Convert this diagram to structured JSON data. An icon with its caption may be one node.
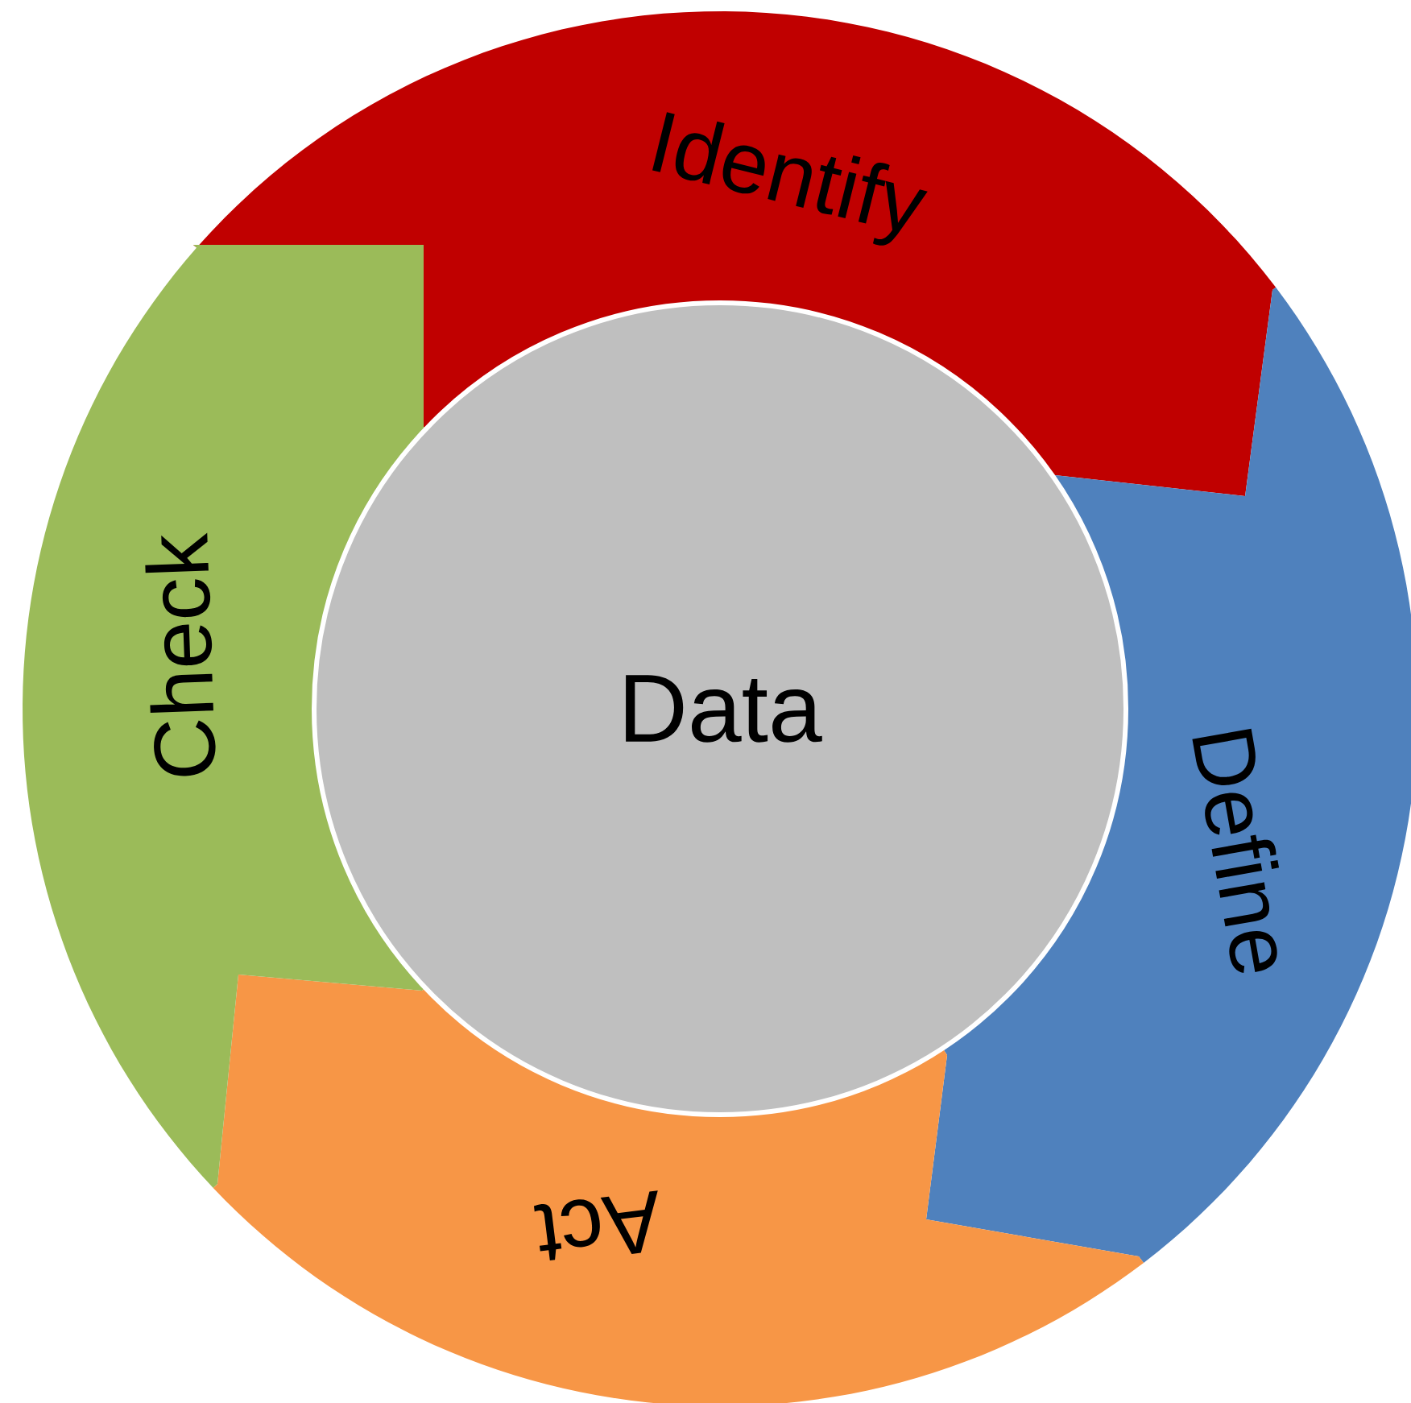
{
  "diagram": {
    "nodes": [
      {
        "text": [
          "Identify"
        ]
      },
      {
        "text": [
          "Define"
        ]
      },
      {
        "text": [
          "Act"
        ]
      },
      {
        "text": [
          "Check"
        ]
      },
      {
        "text": [
          "Data"
        ]
      }
    ]
  }
}
